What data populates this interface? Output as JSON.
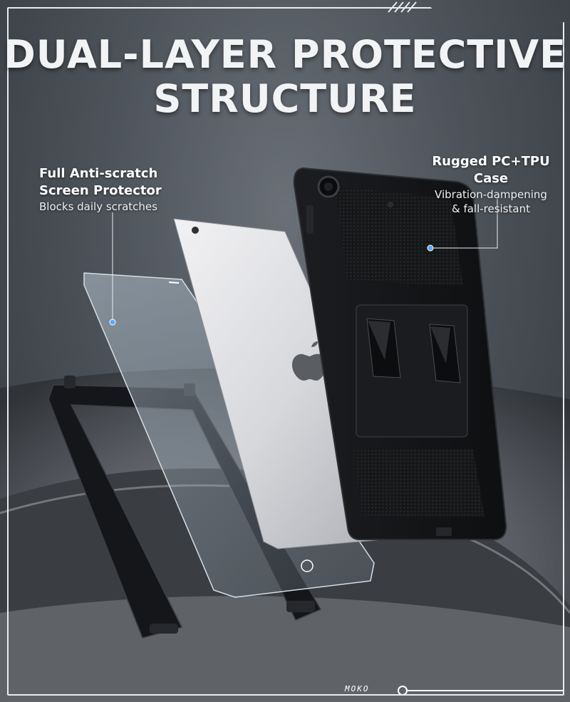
{
  "headline": {
    "line1": "DUAL-LAYER PROTECTIVE",
    "line2": "STRUCTURE"
  },
  "callouts": {
    "left": {
      "heading_line1": "Full Anti-scratch",
      "heading_line2": "Screen Protector",
      "sub": "Blocks daily scratches"
    },
    "right": {
      "heading": "Rugged PC+TPU Case",
      "sub_line1": "Vibration-dampening",
      "sub_line2": "& fall-resistant"
    }
  },
  "brand": "MOKO",
  "colors": {
    "background": "#4d535a",
    "case": "#111214",
    "tablet": "#dcdde0",
    "accent_dot": "#5aa9ff",
    "text": "#ffffff"
  }
}
